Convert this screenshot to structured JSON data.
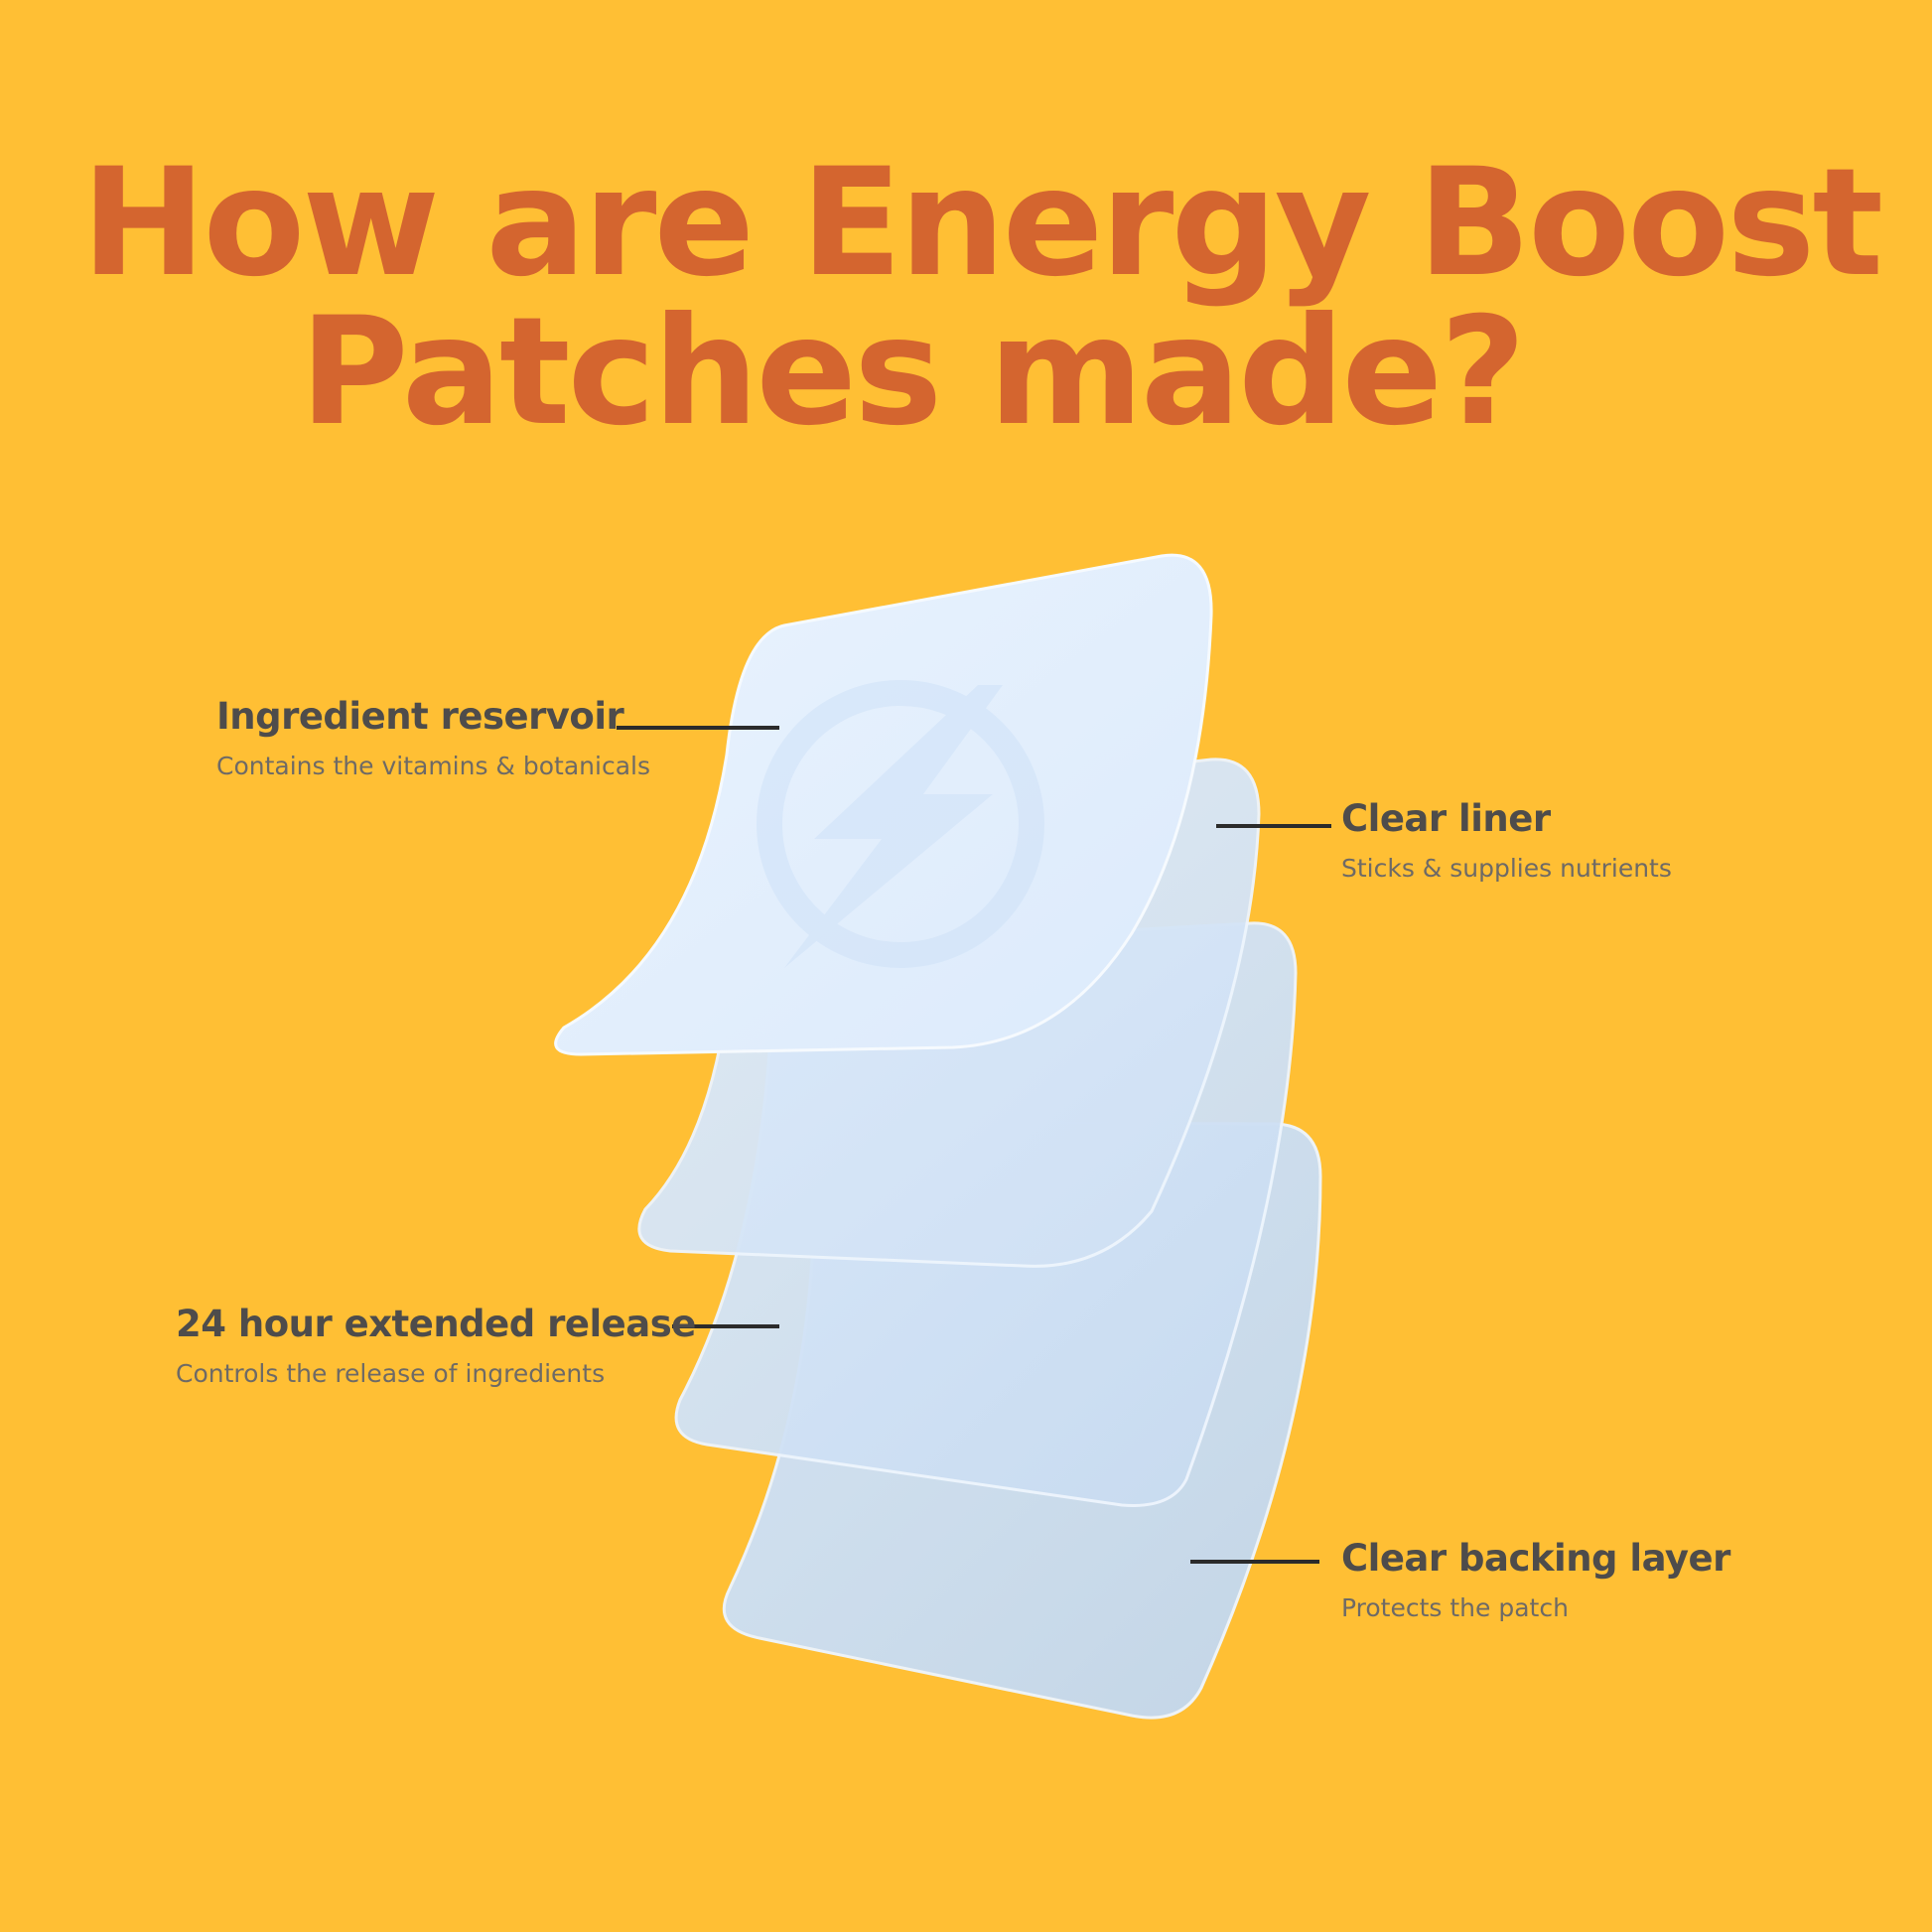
{
  "title": {
    "line1": "How are Energy Boost",
    "line2": "Patches made?"
  },
  "layers": [
    {
      "name": "Ingredient reservoir",
      "description": "Contains the vitamins & botanicals"
    },
    {
      "name": "Clear liner",
      "description": "Sticks & supplies nutrients"
    },
    {
      "name": "24 hour extended release",
      "description": "Controls the release of ingredients"
    },
    {
      "name": "Clear backing layer",
      "description": "Protects the patch"
    }
  ],
  "icons": {
    "top_layer_emblem": "lightning-bolt-icon"
  },
  "colors": {
    "background": "#FFBF34",
    "title": "#D4652F",
    "label_text": "#4E4C4B",
    "description_text": "#6E6A66",
    "connector": "#2B2B2B",
    "patch_fill": "#DCEBFB"
  }
}
